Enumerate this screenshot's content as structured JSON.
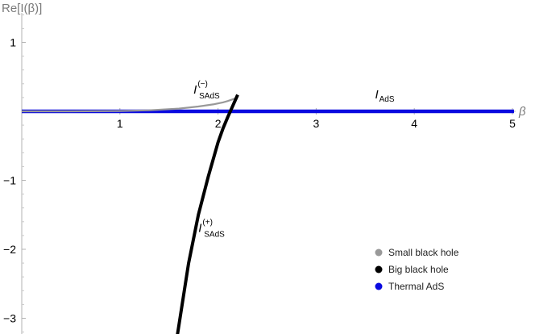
{
  "chart_data": {
    "type": "line",
    "xlabel": "β",
    "ylabel": "Re[I(β)]",
    "xlim": [
      0,
      5.2
    ],
    "ylim": [
      -3.2,
      1.45
    ],
    "xticks": [
      1,
      2,
      3,
      4,
      5
    ],
    "yticks": [
      1,
      -1,
      -2,
      -3
    ],
    "xtick_labels": [
      "1",
      "2",
      "3",
      "4",
      "5"
    ],
    "ytick_labels": [
      "1",
      "−1",
      "−2",
      "−3"
    ],
    "grid": false,
    "legend_position": "bottom-right",
    "series": [
      {
        "name": "Small black hole",
        "color": "#999999",
        "x": [
          0.0,
          0.5,
          1.0,
          1.3,
          1.6,
          1.8,
          1.95,
          2.05,
          2.1,
          2.2
        ],
        "y": [
          0.0,
          0.0,
          0.005,
          0.015,
          0.04,
          0.07,
          0.1,
          0.13,
          0.15,
          0.2
        ]
      },
      {
        "name": "Big black hole",
        "color": "#000000",
        "x": [
          1.58,
          1.7,
          1.8,
          1.9,
          2.0,
          2.05,
          2.1,
          2.15,
          2.2
        ],
        "y": [
          -3.3,
          -2.2,
          -1.5,
          -0.95,
          -0.45,
          -0.25,
          -0.08,
          0.08,
          0.24
        ]
      },
      {
        "name": "Thermal AdS",
        "color": "#0a0ae0",
        "x": [
          0.0,
          1.0,
          2.0,
          3.0,
          4.0,
          5.0
        ],
        "y": [
          0.0,
          0.0,
          0.0,
          0.0,
          0.0,
          0.0
        ]
      }
    ],
    "annotations": [
      {
        "label": "I",
        "sup": "(−)",
        "sub": "SAdS",
        "x": 1.75,
        "y": 0.26
      },
      {
        "label": "I",
        "sub": "AdS",
        "x": 3.6,
        "y": 0.19
      },
      {
        "label": "I",
        "sup": "(+)",
        "sub": "SAdS",
        "x": 1.8,
        "y": -1.75
      }
    ]
  }
}
